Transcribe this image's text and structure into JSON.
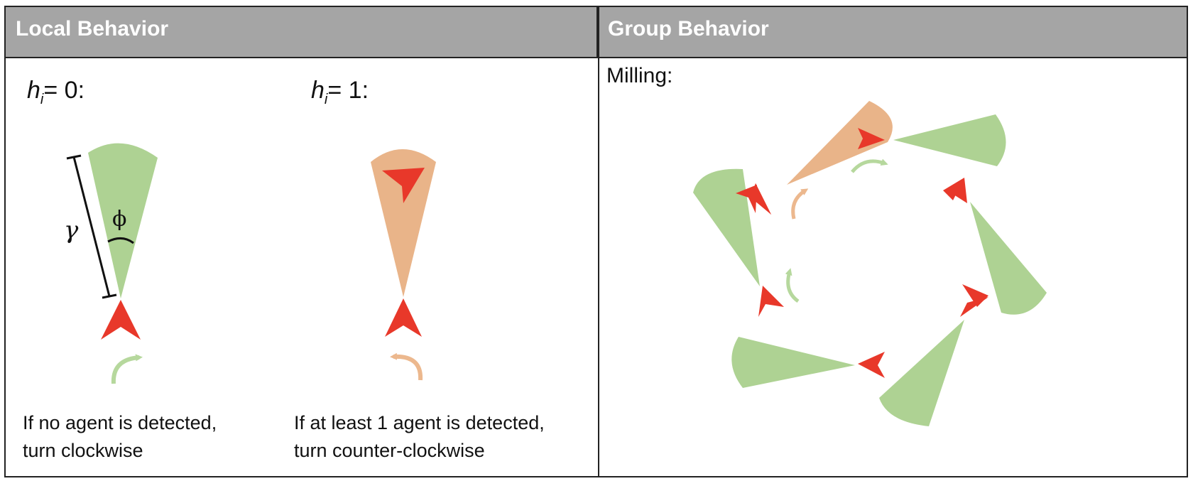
{
  "left_panel": {
    "title": "Local Behavior",
    "state_0": {
      "var": "h",
      "sub": "i",
      "rest": "= 0:"
    },
    "state_1": {
      "var": "h",
      "sub": "i",
      "rest": "= 1:"
    },
    "gamma_symbol": "γ",
    "phi_symbol": "ϕ",
    "caption_0": [
      "If no agent is detected,",
      "turn clockwise"
    ],
    "caption_1": [
      "If at least 1 agent is detected,",
      "turn counter-clockwise"
    ]
  },
  "right_panel": {
    "title": "Group Behavior",
    "label": "Milling:"
  },
  "colors": {
    "header": "#a5a5a5",
    "agent": "#e8382a",
    "cone_green": "#aed293",
    "cone_orange": "#e9b489",
    "arrow_green": "#b6d89d",
    "arrow_orange": "#ecb88e"
  }
}
